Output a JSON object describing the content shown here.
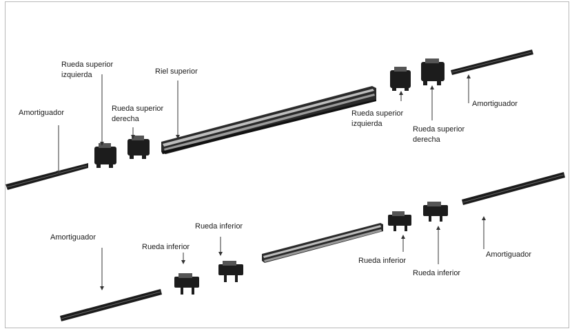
{
  "labels": {
    "amortiguador": "Amortiguador",
    "rueda_superior": "Rueda superior",
    "izquierda": "izquierda",
    "derecha": "derecha",
    "riel_superior": "Riel superior",
    "rueda_inferior": "Rueda inferior"
  },
  "colors": {
    "part": "#1c1c1c",
    "rail_face": "#3a3a3a",
    "rail_highlight": "#bdbdbd",
    "leader": "#333333",
    "border": "#b8b8b8"
  }
}
